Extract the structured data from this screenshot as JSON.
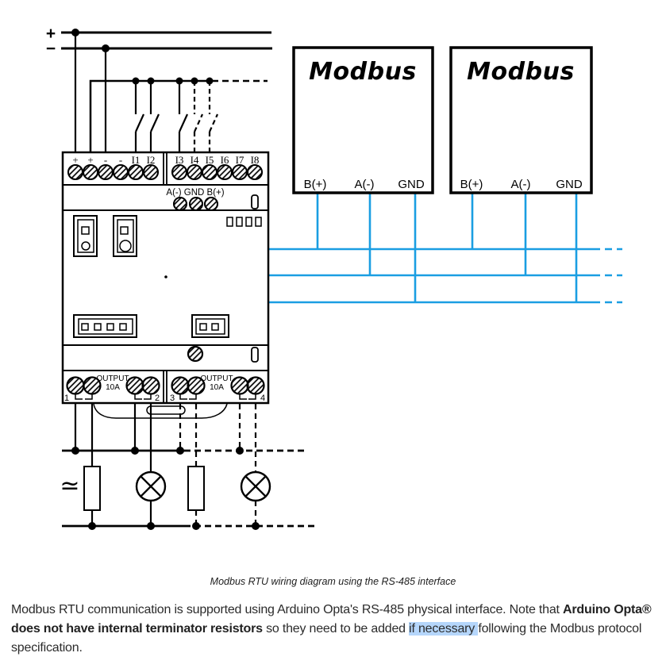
{
  "colors": {
    "wire_blue": "#1a9ee2",
    "wire_black": "#000000",
    "highlight": "#b5d6fb",
    "body_text": "#2b2b2b"
  },
  "diagram": {
    "power_rails": {
      "plus": "+",
      "minus": "−"
    },
    "opta": {
      "terminals_left": [
        "+",
        "+",
        "-",
        "-",
        "I1",
        "I2"
      ],
      "terminals_right": [
        "I3",
        "I4",
        "I5",
        "I6",
        "I7",
        "I8"
      ],
      "rs485_labels": "A(-) GND B(+)",
      "output_label": "OUTPUT",
      "output_amps": "10A",
      "output_numbers": [
        "1",
        "2",
        "3",
        "4"
      ]
    },
    "modbus_nodes": [
      {
        "title": "Modbus",
        "b": "B(+)",
        "a": "A(-)",
        "gnd": "GND"
      },
      {
        "title": "Modbus",
        "b": "B(+)",
        "a": "A(-)",
        "gnd": "GND"
      }
    ],
    "ac_load_symbol": "≃"
  },
  "caption": "Modbus RTU wiring diagram using the RS-485 interface",
  "paragraph": {
    "text_before_bold": "Modbus RTU communication is supported using Arduino Opta's RS-485 physical interface. Note that ",
    "bold_text": "Arduino Opta® does not have internal terminator resistors",
    "text_after_bold": " so they need to be added ",
    "highlighted_text": "if necessary ",
    "text_end": "following the Modbus protocol specification."
  }
}
